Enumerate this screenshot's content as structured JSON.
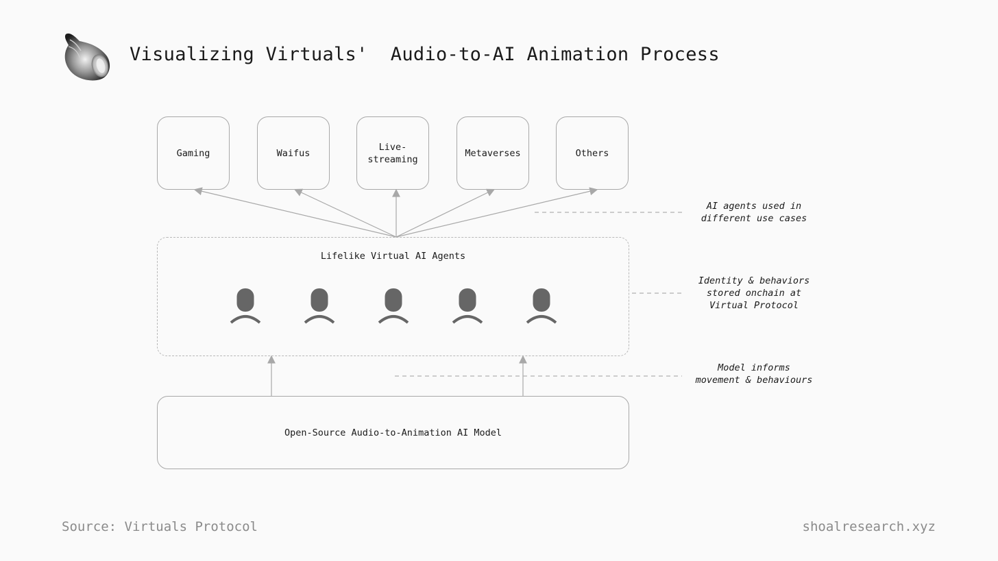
{
  "header": {
    "title": "Visualizing Virtuals'  Audio-to-AI Animation Process",
    "logo_icon": "seashell-icon"
  },
  "diagram": {
    "use_cases": [
      "Gaming",
      "Waifus",
      "Live-\nstreaming",
      "Metaverses",
      "Others"
    ],
    "agents_title": "Lifelike Virtual AI Agents",
    "agent_icon": "person-avatar-icon",
    "agent_count": 5,
    "model_label": "Open-Source Audio-to-Animation AI Model",
    "notes": {
      "use_cases": "AI agents used in\ndifferent use cases",
      "identity": "Identity & behaviors\nstored onchain at\nVirtual Protocol",
      "model": "Model informs\nmovement & behaviours"
    },
    "colors": {
      "line": "#a8a8a8",
      "agent_fill": "#666666",
      "background": "#fafafa"
    }
  },
  "footer": {
    "source": "Source: Virtuals Protocol",
    "site": "shoalresearch.xyz"
  }
}
